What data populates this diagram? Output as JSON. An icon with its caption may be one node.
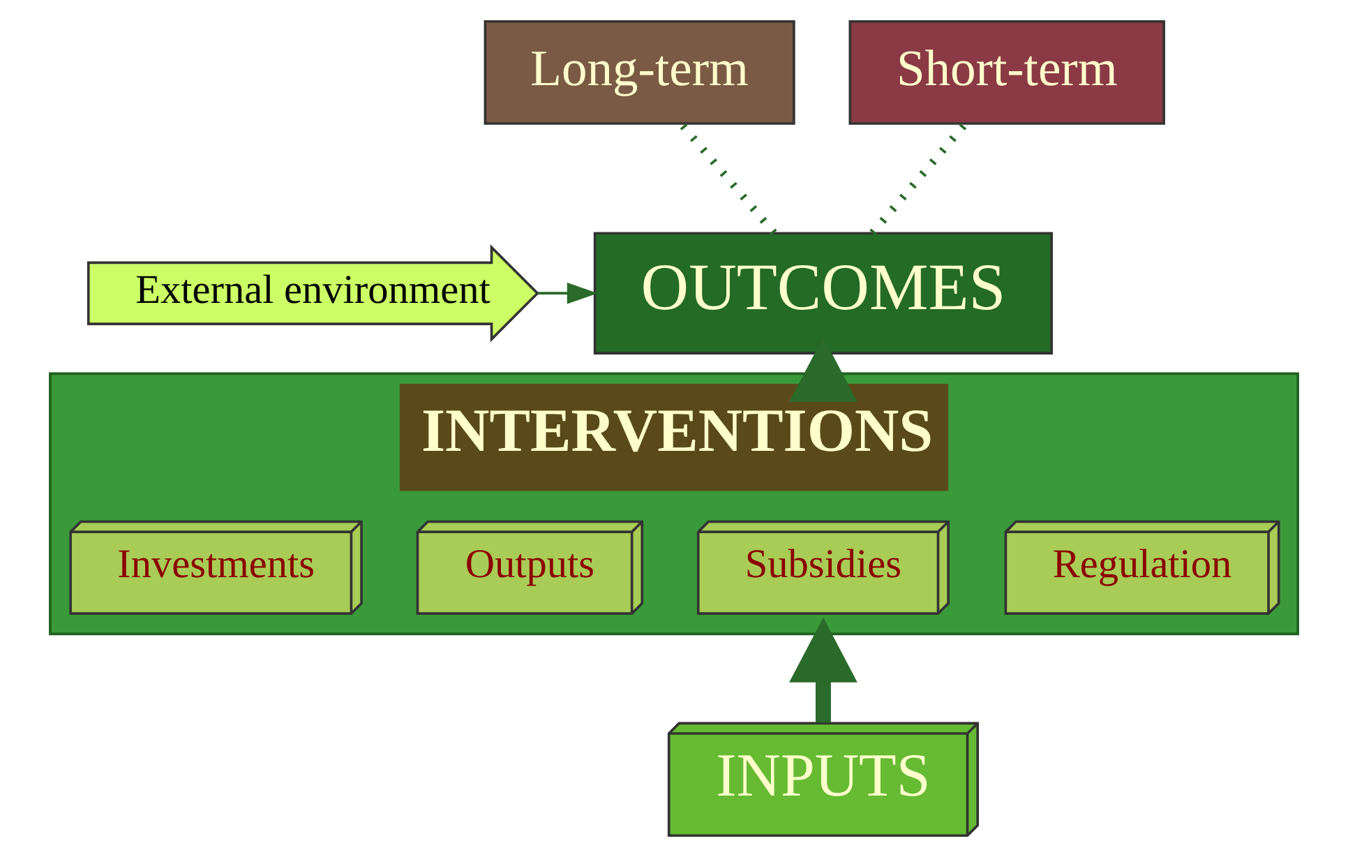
{
  "diagram": {
    "nodes": [
      {
        "text": [
          "External environment"
        ]
      },
      {
        "text": [
          "OUTCOMES"
        ]
      },
      {
        "text": [
          "Long-term"
        ]
      },
      {
        "text": [
          "Short-term"
        ]
      },
      {
        "text": [
          "INTERVENTIONS"
        ]
      },
      {
        "text": [
          "Regulation"
        ],
        "in": 4
      },
      {
        "text": [
          "Subsidies"
        ],
        "in": 4
      },
      {
        "text": [
          "Outputs"
        ],
        "in": 4
      },
      {
        "text": [
          "Investments"
        ],
        "in": 4
      },
      {
        "text": [
          "INPUTS"
        ]
      }
    ],
    "edges": [
      {
        "from": 0,
        "to": 1,
        "arrow": "to"
      },
      {
        "from": 1,
        "to": 2,
        "arrow": "none",
        "style": "dashed"
      },
      {
        "from": 1,
        "to": 3,
        "arrow": "none",
        "style": "dashed"
      },
      {
        "from": 4,
        "to": 1,
        "arrow": "to",
        "style": "thick"
      },
      {
        "from": 9,
        "to": 4,
        "arrow": "to",
        "style": "thick"
      }
    ]
  }
}
